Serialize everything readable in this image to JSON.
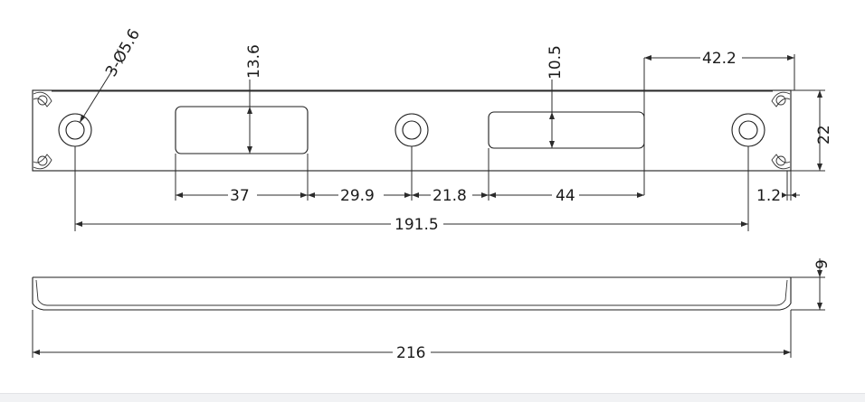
{
  "drawing": {
    "top_view": {
      "dimensions": {
        "hole_spec": "3-Ø5.6",
        "slot_left_height": "13.6",
        "slot_right_height": "10.5",
        "right_offset": "42.2",
        "panel_height": "22",
        "slot_left_width": "37",
        "gap_left_center": "29.9",
        "gap_center_slot": "21.8",
        "slot_right_width": "44",
        "edge_offset": "1.2",
        "hole_span": "191.5"
      }
    },
    "side_view": {
      "dimensions": {
        "thickness": "9",
        "overall_length": "216"
      }
    }
  },
  "colors": {
    "line": "#2b2b2b",
    "text": "#1a1a1a",
    "background": "#ffffff"
  }
}
